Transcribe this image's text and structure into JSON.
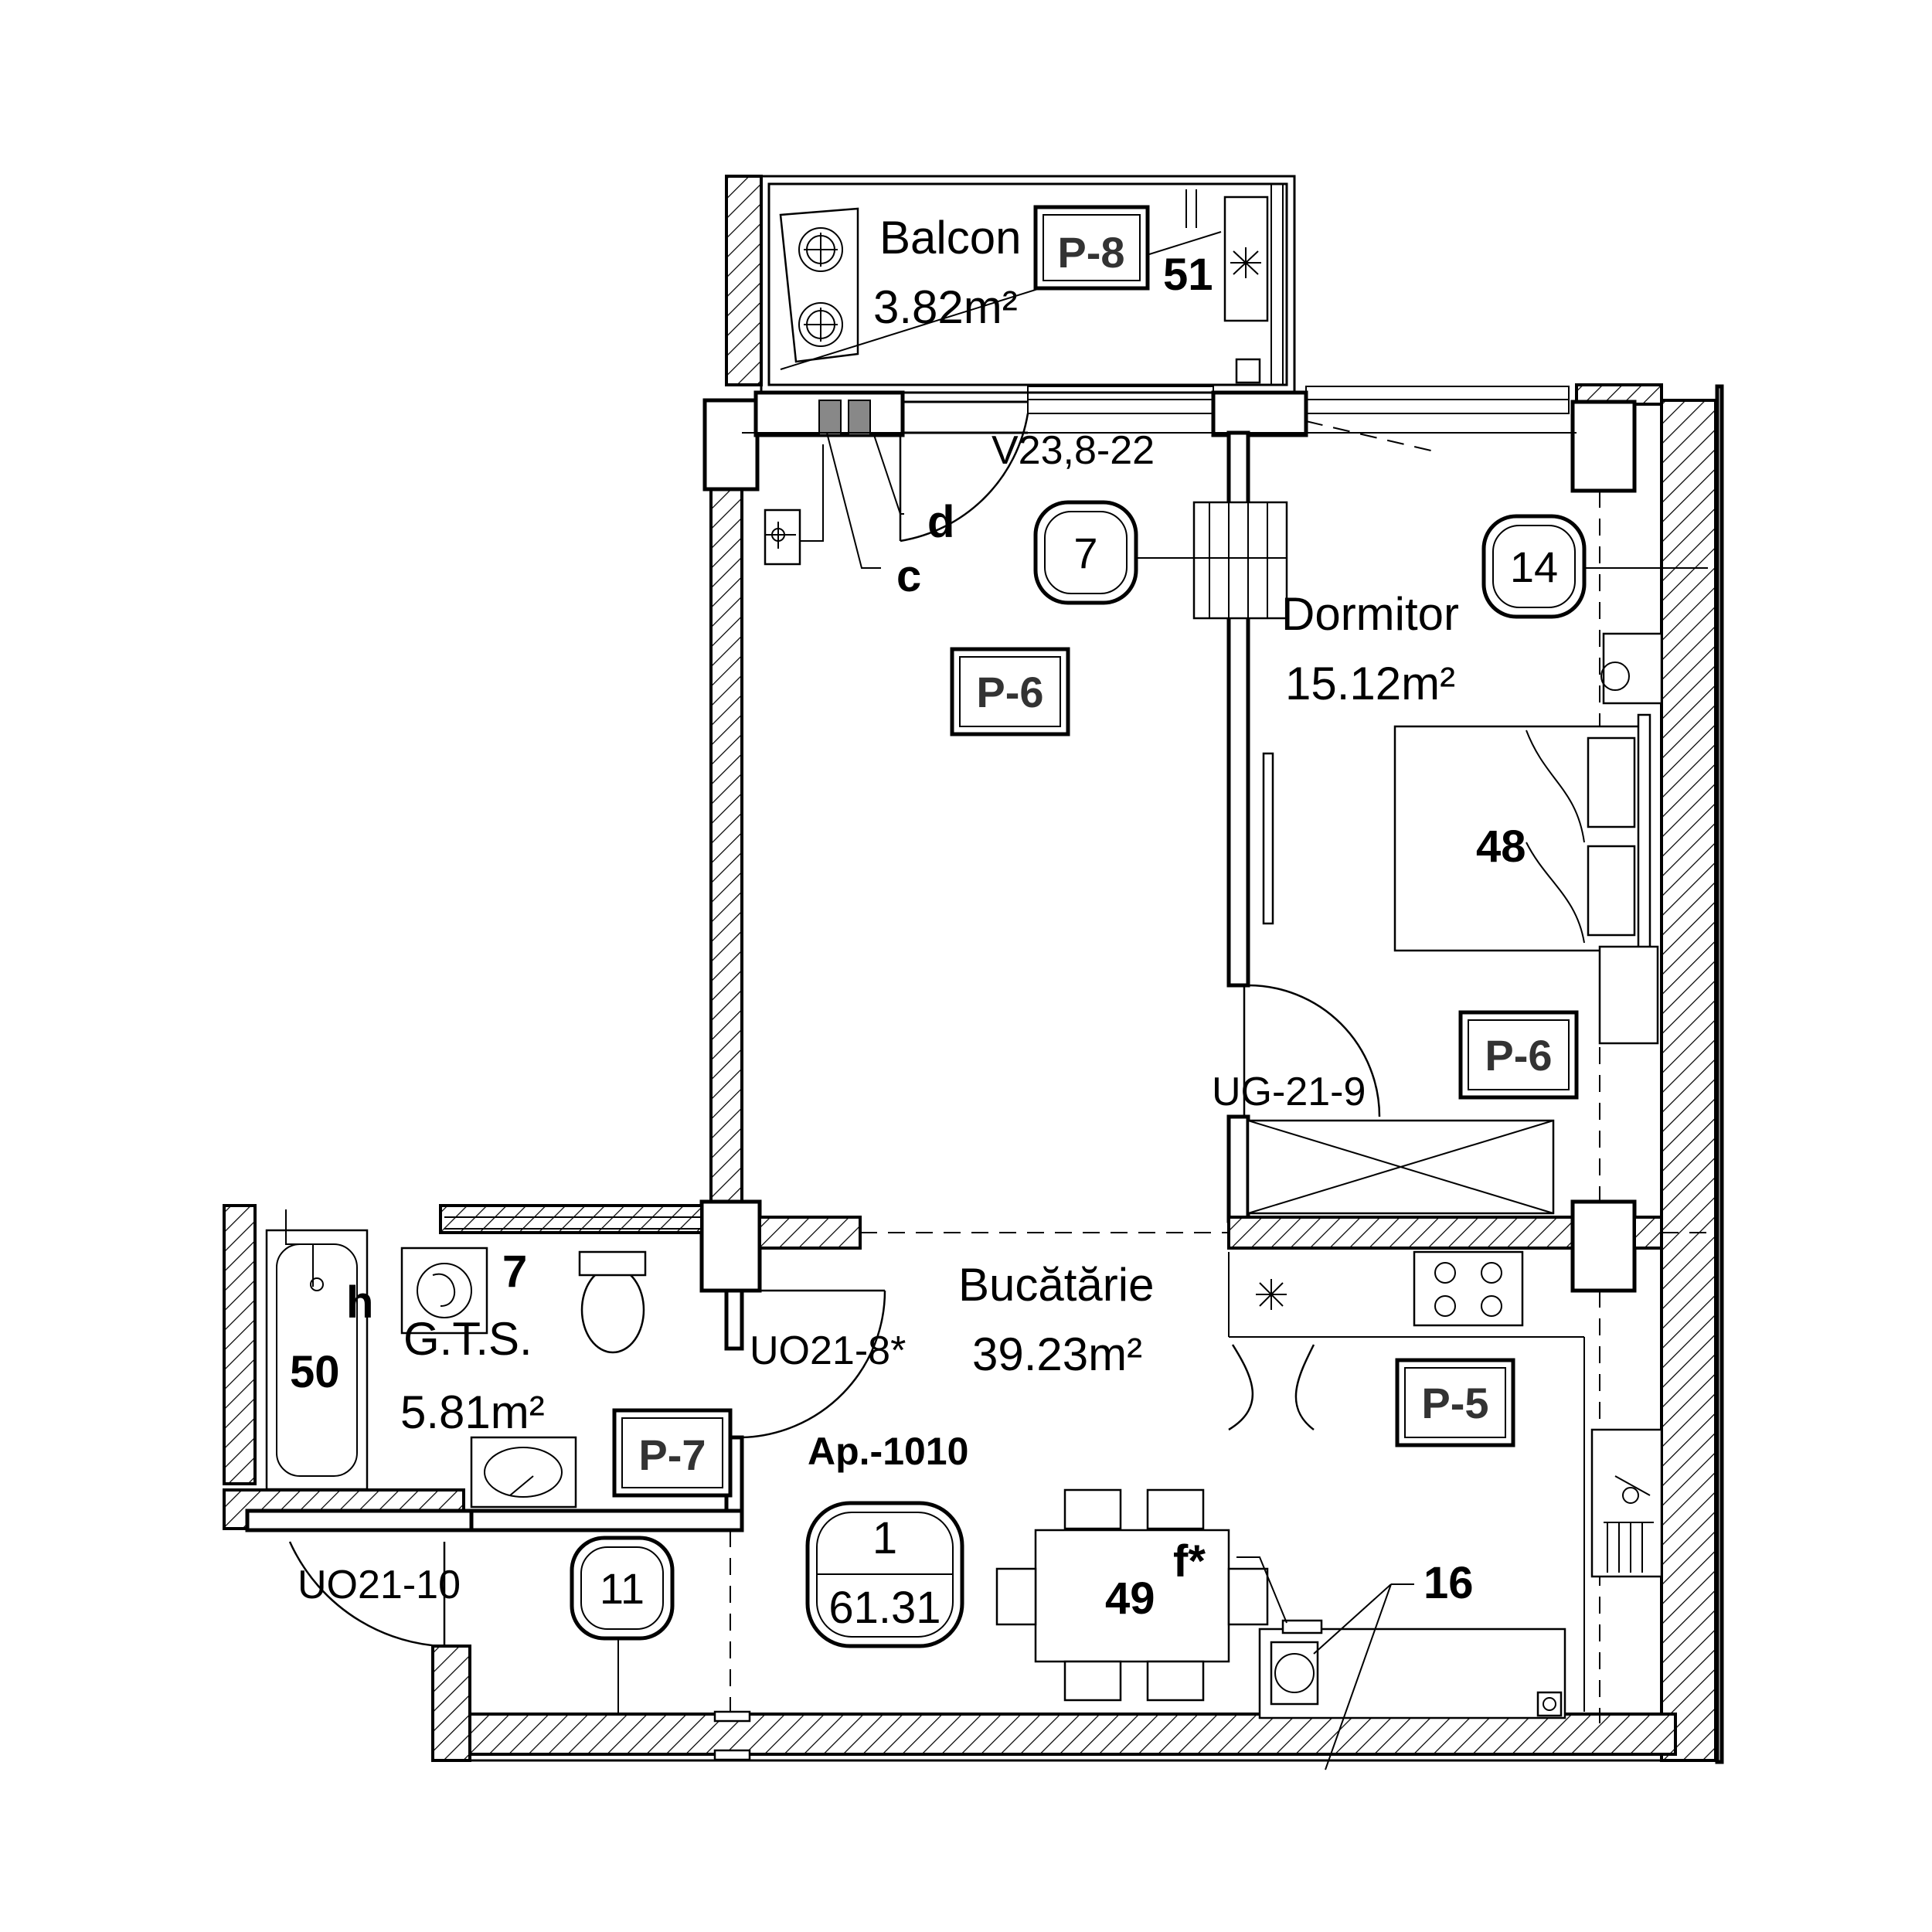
{
  "apartment": {
    "label": "Ap.-1010",
    "number": "1",
    "total_area": "61.31"
  },
  "rooms": {
    "balcony": {
      "name": "Balcon",
      "area": "3.82m²"
    },
    "bedroom": {
      "name": "Dormitor",
      "area": "15.12m²"
    },
    "kitchen": {
      "name": "Bucătărie",
      "area": "39.23m²"
    },
    "bathroom": {
      "name": "G.T.S.",
      "area": "5.81m²"
    }
  },
  "floor_tags": {
    "balcony": "P-8",
    "living": "P-6",
    "bedroom": "P-6",
    "kitchen": "P-5",
    "bathroom": "P-7"
  },
  "markers": {
    "balcony_unit": "51",
    "bed": "48",
    "bathtub": "50",
    "dining": "49",
    "dining_note": "f*",
    "kitchen_item": "16",
    "bath_item": "7",
    "bath_letter": "h",
    "letter_c": "c",
    "letter_d": "d"
  },
  "round_tags": {
    "living": "7",
    "bedroom": "14",
    "hall": "11"
  },
  "openings": {
    "window_top": "V23,8-22",
    "door_bedroom": "UG-21-9",
    "door_bathroom": "UO21-8*",
    "door_entrance": "UO21-10"
  }
}
